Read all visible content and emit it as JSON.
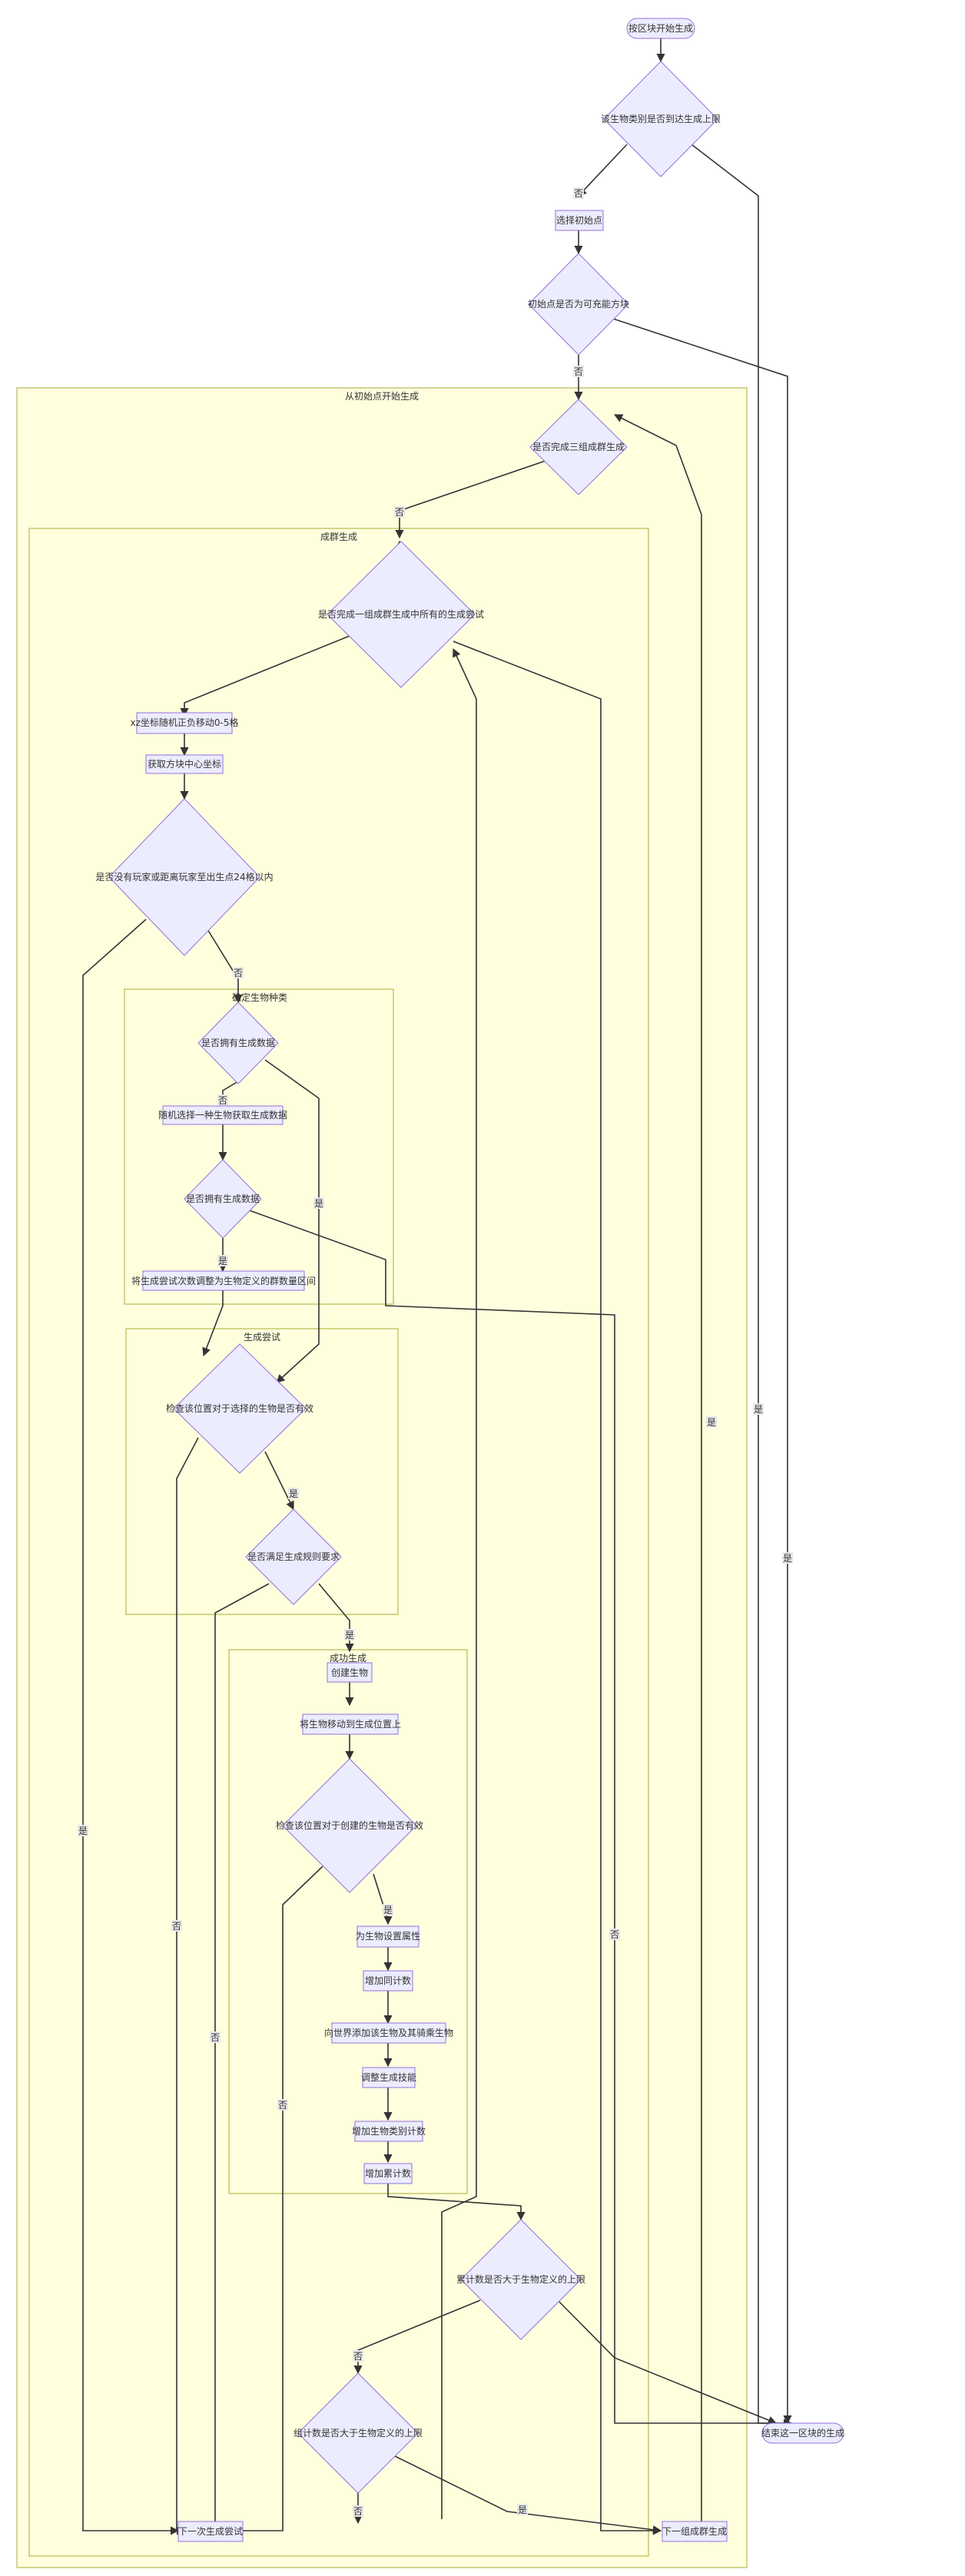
{
  "nodes": {
    "start": "按区块开始生成",
    "check_cap": "该生物类别是否到达生成上限",
    "choose_origin": "选择初始点",
    "check_opaque": "初始点是否为可充能方块",
    "loop_three": "是否完成三组成群生成",
    "loop_group": "是否完成一组成群生成中所有的生成尝试",
    "xz_random": "xz坐标随机正负移动0-5格",
    "get_center": "获取方块中心坐标",
    "check_player": "是否没有玩家或距离玩家至出生点24格以内",
    "check_spawn_data": "是否拥有生成数据",
    "random_pick": "随机选择一种生物获取生成数据",
    "check_has_data": "是否拥有生成数据",
    "adjust_group": "将生成尝试次数调整为生物定义的群数量区间",
    "check_pos_valid": "检查该位置对于选择的生物是否有效",
    "check_spawn_req": "是否满足生成规则要求",
    "create_mob": "创建生物",
    "move_mob": "将生物移动到生成位置上",
    "check_mob_valid": "检查该位置对于创建的生物是否有效",
    "set_attr": "为生物设置属性",
    "inc_counter": "增加同计数",
    "add_world": "向世界添加该生物及其骑乘生物",
    "trigger_spawn": "调整生成技能",
    "inc_type_counter": "增加生物类别计数",
    "inc_acc": "增加累计数",
    "check_acc_limit": "累计数是否大于生物定义的上限",
    "check_group_limit": "组计数是否大于生物定义的上限",
    "next_try": "下一次生成尝试",
    "next_group": "下一组成群生成",
    "end": "结束这一区块的生成"
  },
  "clusters": {
    "from_origin": "从初始点开始生成",
    "group_spawn": "成群生成",
    "decide_type": "确定生物种类",
    "spawn_try": "生成尝试",
    "success": "成功生成"
  },
  "edge_labels": {
    "yes": "是",
    "no": "否"
  },
  "colors": {
    "node_fill": "#ECECFF",
    "node_stroke": "#9370DB",
    "cluster_fill": "#ffffde",
    "cluster_stroke": "#aaaa33",
    "edge": "#333333"
  }
}
